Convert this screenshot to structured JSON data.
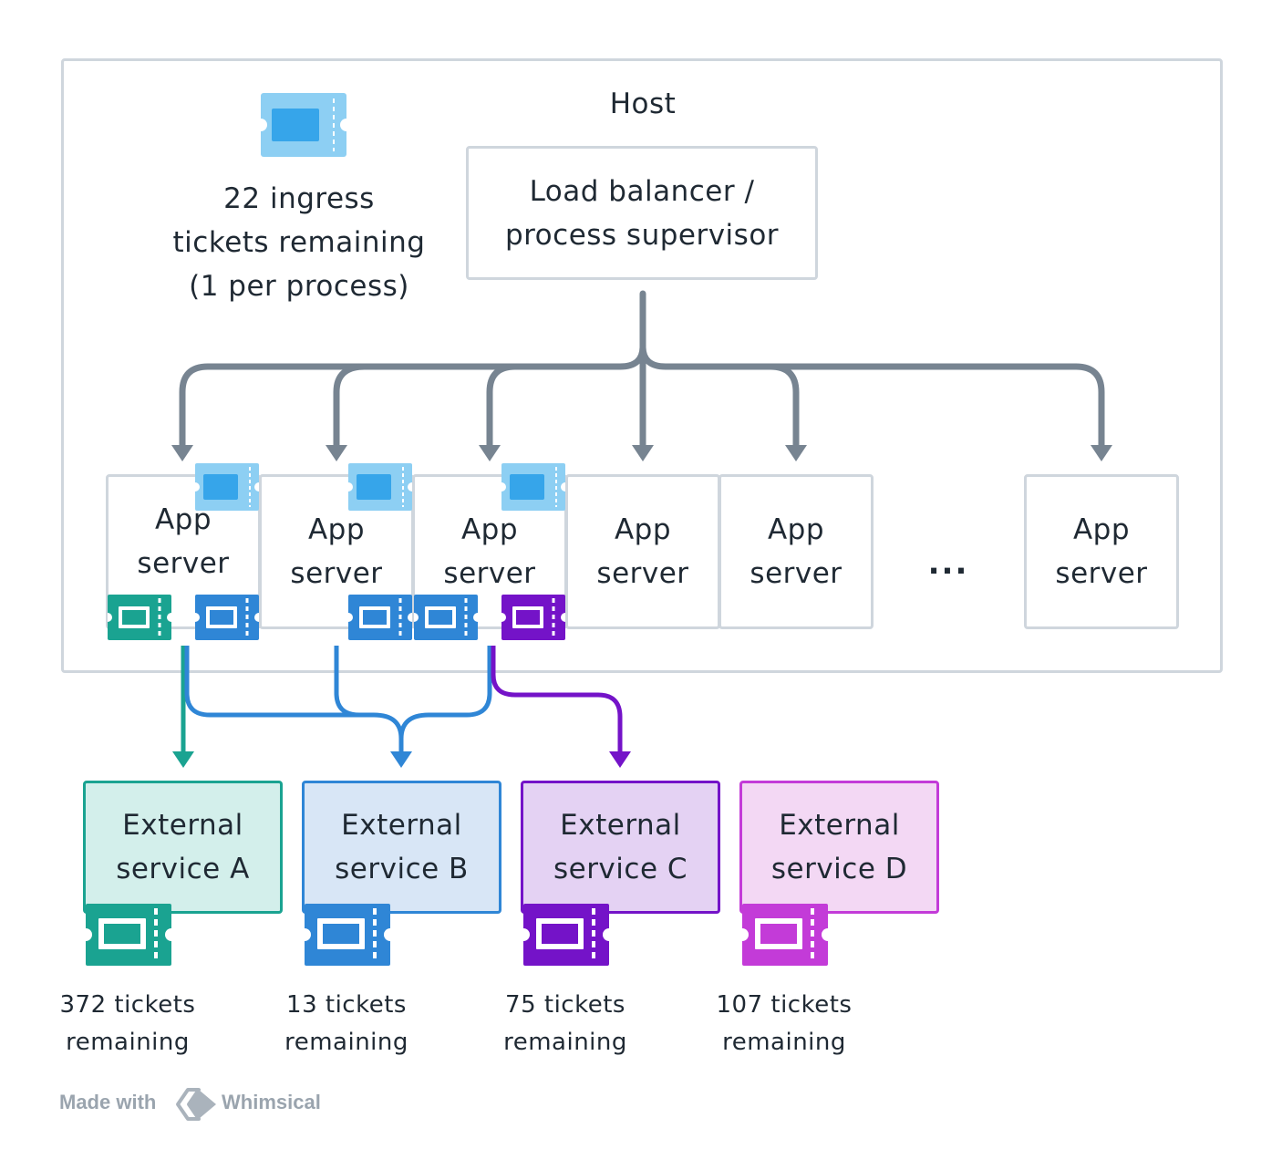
{
  "host": {
    "title": "Host",
    "ingress_text": "22 ingress\ntickets remaining\n(1 per process)",
    "load_balancer": "Load balancer /\nprocess supervisor"
  },
  "app_servers": [
    {
      "label": "App\nserver"
    },
    {
      "label": "App\nserver"
    },
    {
      "label": "App\nserver"
    },
    {
      "label": "App\nserver"
    },
    {
      "label": "App\nserver"
    },
    {
      "label": "App\nserver"
    }
  ],
  "ellipsis": "...",
  "services": [
    {
      "label": "External\nservice A",
      "count": "372 tickets\nremaining",
      "color": "#1aa391",
      "fill": "#d3efeb"
    },
    {
      "label": "External\nservice B",
      "count": "13 tickets\nremaining",
      "color": "#2f86d6",
      "fill": "#d8e6f6"
    },
    {
      "label": "External\nservice C",
      "count": "75 tickets\nremaining",
      "color": "#7413c8",
      "fill": "#e4d2f3"
    },
    {
      "label": "External\nservice D",
      "count": "107 tickets\nremaining",
      "color": "#c33bd8",
      "fill": "#f3d8f4"
    }
  ],
  "colors": {
    "border": "#cfd6dd",
    "arrow_gray": "#778491",
    "ingress_ticket": "#8dcff3",
    "ingress_ticket_inner": "#36a5ea"
  },
  "footer": {
    "made_with": "Made with",
    "brand": "Whimsical"
  }
}
